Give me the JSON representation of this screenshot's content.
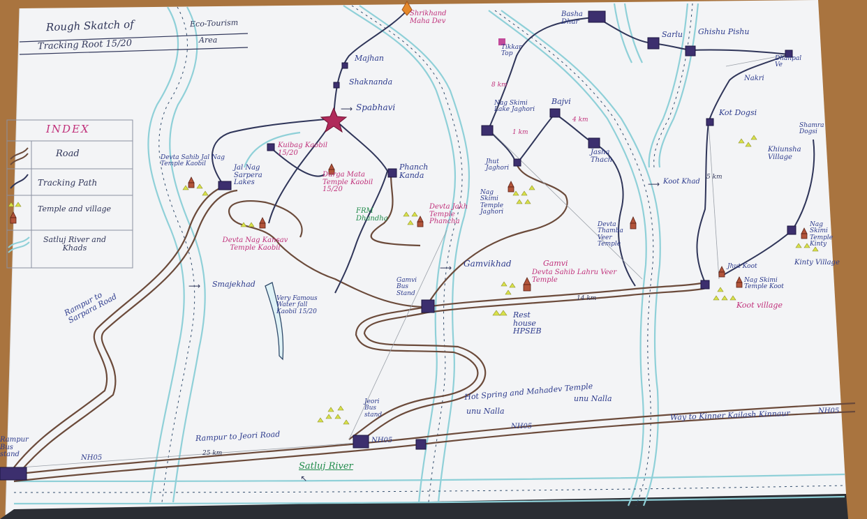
{
  "title": {
    "line1": "Rough Skatch of",
    "line2": "Tracking Root 15/20",
    "line3": "Eco-Tourism",
    "line4": "Area"
  },
  "index": {
    "heading": "INDEX",
    "items": [
      {
        "label": "Road",
        "icon": "road-icon"
      },
      {
        "label": "Tracking Path",
        "icon": "tracking-path-icon"
      },
      {
        "label": "Temple and village",
        "icon": "temple-village-icon"
      },
      {
        "label": "Satluj River and Khads",
        "icon": "river-icon"
      }
    ]
  },
  "places_blue": {
    "majhan": "Majhan",
    "shaknanda": "Shaknanda",
    "spabhavi": "Spabhavi",
    "jal_nag": "Jal Nag Sarpera Lakes",
    "phancha_kanda": "Phanch Kanda",
    "frm_dhandha": "FRM Dhandha",
    "smajekhad": "Smajekhad",
    "gamvi_bus_stand": "Gamvi Bus Stand",
    "gamvikhad": "Gamvikhad",
    "rest_house": "Rest house HPSEB",
    "jeori_bus_stand": "Jeori Bus stand",
    "rampur_to_sarpara": "Rampur to Sarpara Road",
    "rampur_to_jeori": "Rampur to Jeori Road",
    "rampur_bus_stand": "Rampur Bus stand",
    "hot_spring": "Hot Spring and Mahadev Temple",
    "unu_nalla": "unu Nalla",
    "way_to_kinner": "Way to Kinner Kailash Kinnaur",
    "nh05_a": "NH05",
    "nh05_b": "NH05",
    "nh05_c": "NH05",
    "nh05_d": "NH05",
    "basha_dhar": "Basha Dhar",
    "sarlu": "Sarlu",
    "ghishu_pishu": "Ghishu Pishu",
    "dhanpal": "Dhanpal Ve",
    "nakri": "Nakri",
    "kot_dogsi": "Kot Dogsi",
    "shamra_dogsi": "Shamra Dogsi",
    "khiunsha_village": "Khiunsha Village",
    "kot_khad": "Koot Khad",
    "bajvi": "Bajvi",
    "jasha_thach": "Jasha Thach",
    "nag_skimi_lake": "Nag Skimi Lake Jaghori",
    "jhut_jaghori": "Jhut Jaghori",
    "nag_skimi_temple_jaghori": "Nag Skimi Temple Jaghori",
    "devta_thamba": "Devta Thamba Veer Temple",
    "jhut_koot": "Jhut Koot",
    "nag_skimi_temple_koot": "Nag Skimi Temple Koot",
    "nag_skimi_temple_kinty": "Nag Skimi Temple Kinty",
    "kinty_village": "Kinty Village",
    "koot_village": "Koot village",
    "tikkar_top": "Tikkar Top",
    "very_famous_waterfall": "Very Famous Water fall Kaobil 15/20"
  },
  "places_pink": {
    "shrikhand": "Shrikhand Maha Dev",
    "kuibag": "Kuibag Kaobil 15/20",
    "durga_mata": "Durga Mata Temple Kaobil 15/20",
    "devta_nag_kansav": "Devta Nag Kansav Temple Kaobil",
    "devta_sahib_jal_nag": "Devta Sahib Jal Nag Temple Kaobil",
    "devta_jakh": "Devta Jakh Temple Phancha",
    "gamvi": "Gamvi",
    "devta_lahru": "Devta Sahib Lahru Veer Temple",
    "koot_village_label": "Koot village"
  },
  "river": {
    "satluj": "Satluj River"
  },
  "distances": {
    "d25": "25 km",
    "d14": "14 km",
    "d5": "5 km",
    "d8": "8 km",
    "d4": "4 km",
    "d1": "1 km"
  },
  "colors": {
    "paper": "#f3f4f6",
    "road": "#6b4a3a",
    "track": "#2f3559",
    "river": "#8fd0d8",
    "blue_text": "#2c3a8c",
    "pink_text": "#c0307a",
    "green_text": "#1f8a4a",
    "board": "#a9743f"
  }
}
